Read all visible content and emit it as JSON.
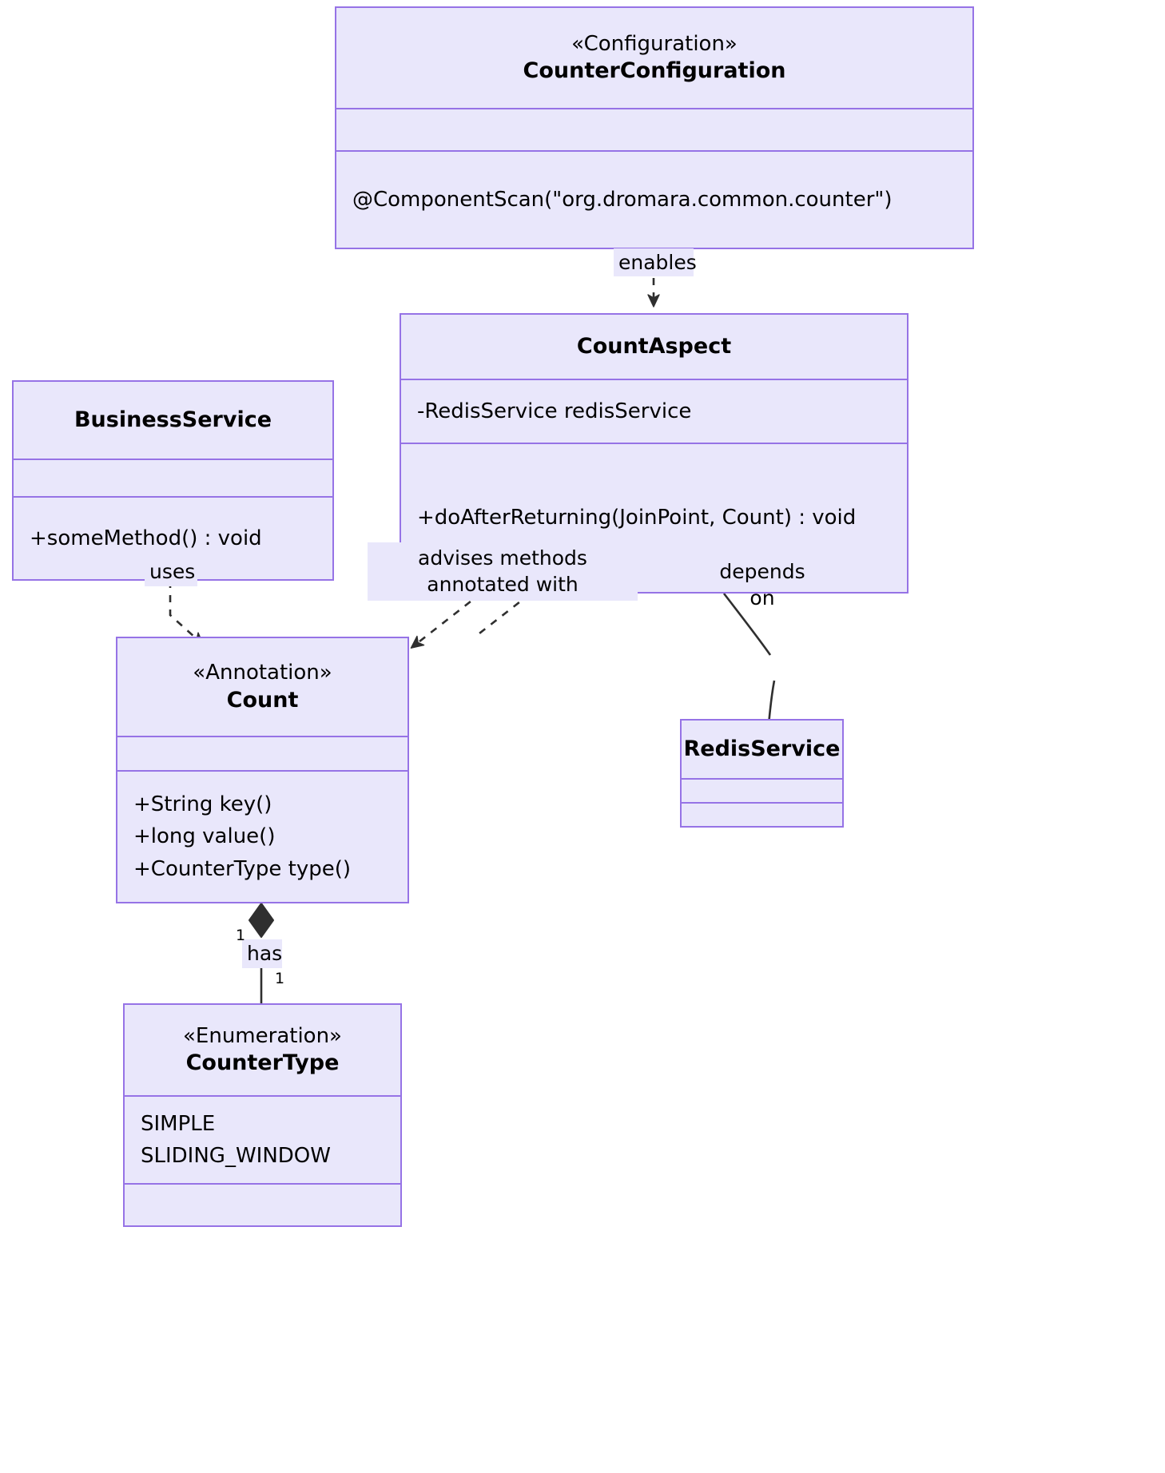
{
  "diagram": {
    "kind": "uml-class-diagram",
    "colors": {
      "box_fill": "#e9e7fb",
      "box_border": "#9673e6",
      "edge_stroke": "#2f2f2f",
      "text": "#000000",
      "background": "#ffffff"
    },
    "classes": [
      {
        "id": "counter-configuration",
        "stereotype": "«Configuration»",
        "name": "CounterConfiguration",
        "attributes": [],
        "methods": [
          "@ComponentScan(\"org.dromara.common.counter\")"
        ]
      },
      {
        "id": "business-service",
        "stereotype": "",
        "name": "BusinessService",
        "attributes": [],
        "methods": [
          "+someMethod() : void"
        ]
      },
      {
        "id": "count-aspect",
        "stereotype": "",
        "name": "CountAspect",
        "attributes": [
          "-RedisService redisService"
        ],
        "methods": [
          "+doAfterReturning(JoinPoint, Count) : void"
        ]
      },
      {
        "id": "count",
        "stereotype": "«Annotation»",
        "name": "Count",
        "attributes": [],
        "methods": [
          "+String key()",
          "+long value()",
          "+CounterType type()"
        ]
      },
      {
        "id": "redis-service",
        "stereotype": "",
        "name": "RedisService",
        "attributes": [],
        "methods": []
      },
      {
        "id": "counter-type",
        "stereotype": "«Enumeration»",
        "name": "CounterType",
        "attributes": [
          "SIMPLE",
          "SLIDING_WINDOW"
        ],
        "methods": []
      }
    ],
    "relationships": [
      {
        "id": "enables",
        "from": "counter-configuration",
        "to": "count-aspect",
        "label": "enables",
        "style": "dashed",
        "arrow": "open-arrow"
      },
      {
        "id": "uses",
        "from": "business-service",
        "to": "count",
        "label": "uses",
        "style": "dashed",
        "arrow": "open-arrow"
      },
      {
        "id": "advises",
        "from": "count-aspect",
        "to": "count",
        "label": "advises methods\nannotated with",
        "style": "dashed",
        "arrow": "open-arrow"
      },
      {
        "id": "depends-on",
        "from": "count-aspect",
        "to": "redis-service",
        "label": "depends on",
        "style": "solid",
        "arrow": "hollow-triangle"
      },
      {
        "id": "has",
        "from": "count",
        "to": "counter-type",
        "label": "has",
        "style": "solid",
        "arrow": "filled-diamond",
        "source_multiplicity": "1",
        "target_multiplicity": "1"
      }
    ]
  }
}
